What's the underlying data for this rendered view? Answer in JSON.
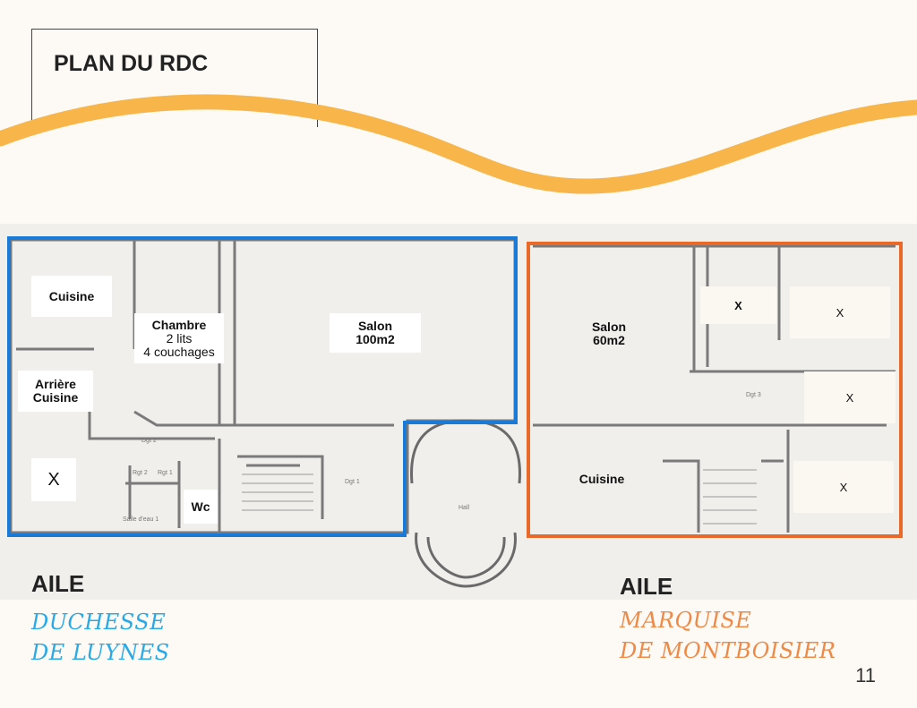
{
  "title": "PLAN DU RDC",
  "colors": {
    "accent_wave": "#f7b54a",
    "left_wing": "#1a7ad8",
    "right_wing": "#e8692a",
    "left_wing_text": "#29a9e6",
    "right_wing_text": "#ee8a46"
  },
  "plan": {
    "left_rooms": {
      "cuisine": "Cuisine",
      "chambre_title": "Chambre",
      "chambre_line2": "2 lits",
      "chambre_line3": "4 couchages",
      "salon_title": "Salon",
      "salon_size": "100m2",
      "arriere_line1": "Arrière",
      "arriere_line2": "Cuisine",
      "x": "X",
      "wc": "Wc"
    },
    "right_rooms": {
      "salon_title": "Salon",
      "salon_size": "60m2",
      "cuisine": "Cuisine",
      "x1": "X",
      "x2": "X",
      "x3": "X",
      "x4": "X"
    },
    "small_labels": {
      "dgt2": "Dgt 2",
      "dgt1": "Dgt 1",
      "dgt3": "Dgt 3",
      "rgt2": "Rgt 2",
      "rgt1": "Rgt 1",
      "salle_eau": "Salle d'eau 1",
      "hall": "Hall"
    }
  },
  "wings": {
    "left": {
      "heading": "AILE",
      "line1": "DUCHESSE",
      "line2": "DE LUYNES"
    },
    "right": {
      "heading": "AILE",
      "line1": "MARQUISE",
      "line2": "DE MONTBOISIER"
    }
  },
  "page_number": "11"
}
